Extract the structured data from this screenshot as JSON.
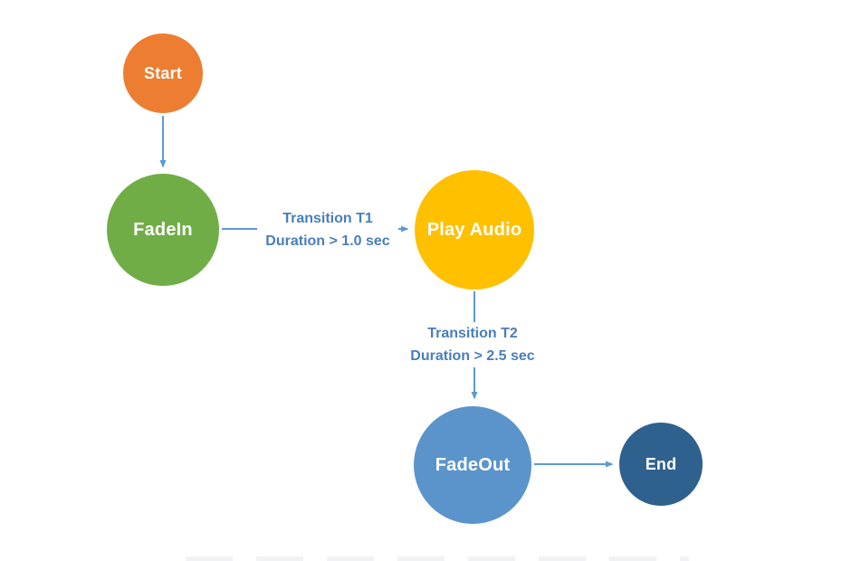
{
  "diagram": {
    "type": "flowchart",
    "background_color": "#FFFFFF",
    "arrow_color": "#5B9BD5",
    "edge_label_color": "#4A7EBB",
    "node_text_color": "#FFFFFF",
    "nodes": [
      {
        "id": "start",
        "label": "Start",
        "shape": "circle",
        "color": "#ED7D31"
      },
      {
        "id": "fadein",
        "label": "FadeIn",
        "shape": "circle",
        "color": "#70AD47"
      },
      {
        "id": "playaudio",
        "label": "Play Audio",
        "shape": "circle",
        "color": "#FFC000"
      },
      {
        "id": "fadeout",
        "label": "FadeOut",
        "shape": "circle",
        "color": "#5B94CA"
      },
      {
        "id": "end",
        "label": "End",
        "shape": "circle",
        "color": "#2F618E"
      }
    ],
    "edges": [
      {
        "from": "start",
        "to": "fadein",
        "direction": "down"
      },
      {
        "from": "fadein",
        "to": "playaudio",
        "direction": "right",
        "label_line1": "Transition T1",
        "label_line2": "Duration > 1.0 sec"
      },
      {
        "from": "playaudio",
        "to": "fadeout",
        "direction": "down",
        "label_line1": "Transition T2",
        "label_line2": "Duration > 2.5 sec"
      },
      {
        "from": "fadeout",
        "to": "end",
        "direction": "right"
      }
    ]
  }
}
